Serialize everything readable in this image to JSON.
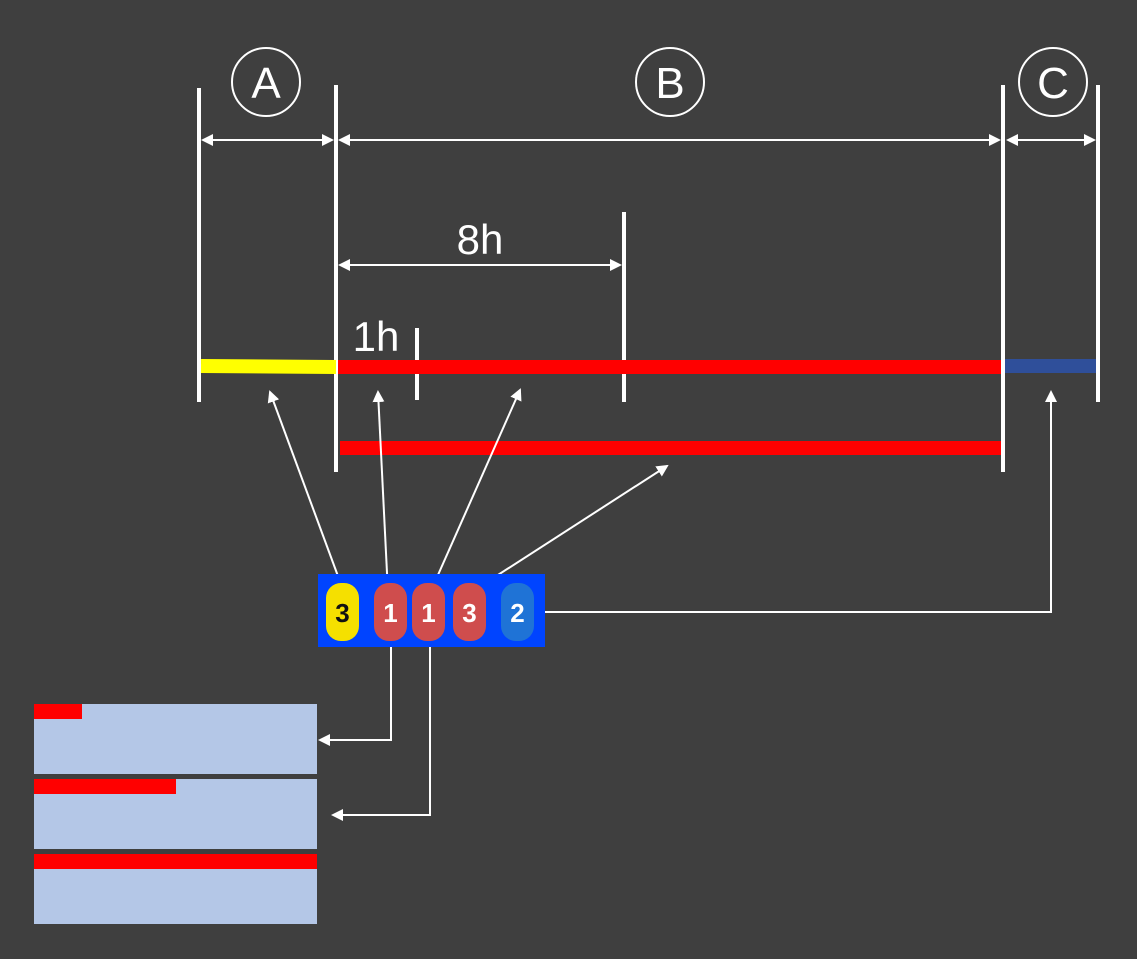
{
  "regions": [
    {
      "id": "A",
      "label": "A"
    },
    {
      "id": "B",
      "label": "B"
    },
    {
      "id": "C",
      "label": "C"
    }
  ],
  "durations": {
    "long": "8h",
    "short": "1h"
  },
  "badges": [
    {
      "value": "3",
      "color": "#f5e000",
      "text_color": "#111111"
    },
    {
      "value": "1",
      "color": "#cf4d4d",
      "text_color": "#ffffff"
    },
    {
      "value": "1",
      "color": "#cf4d4d",
      "text_color": "#ffffff"
    },
    {
      "value": "3",
      "color": "#cf4d4d",
      "text_color": "#ffffff"
    },
    {
      "value": "2",
      "color": "#1f73d6",
      "text_color": "#ffffff"
    }
  ],
  "progress_cards": [
    {
      "fill": 0.17
    },
    {
      "fill": 0.5
    },
    {
      "fill": 1.0
    }
  ],
  "colors": {
    "background": "#3f3f3f",
    "line": "#ffffff",
    "region_a": "#ffff00",
    "region_b": "#ff0000",
    "region_c": "#2f4f9a",
    "badge_panel": "#0044ff",
    "card": "#b4c7e7",
    "card_fill": "#ff0000"
  }
}
